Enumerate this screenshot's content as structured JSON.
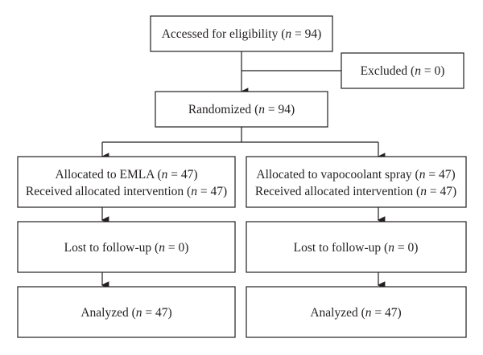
{
  "boxes": {
    "eligibility": {
      "label": "Accessed for eligibility",
      "n": "94"
    },
    "excluded": {
      "label": "Excluded",
      "n": "0"
    },
    "randomized": {
      "label": "Randomized",
      "n": "94"
    },
    "emla_alloc": {
      "line1_label": "Allocated to EMLA",
      "line1_n": "47",
      "line2_label": "Received allocated intervention",
      "line2_n": "47"
    },
    "spray_alloc": {
      "line1_label": "Allocated to vapocoolant spray",
      "line1_n": "47",
      "line2_label": "Received allocated intervention",
      "line2_n": "47"
    },
    "emla_lost": {
      "label": "Lost to follow-up",
      "n": "0"
    },
    "spray_lost": {
      "label": "Lost to follow-up",
      "n": "0"
    },
    "emla_analyzed": {
      "label": "Analyzed",
      "n": "47"
    },
    "spray_analyzed": {
      "label": "Analyzed",
      "n": "47"
    }
  },
  "n_symbol": "n"
}
